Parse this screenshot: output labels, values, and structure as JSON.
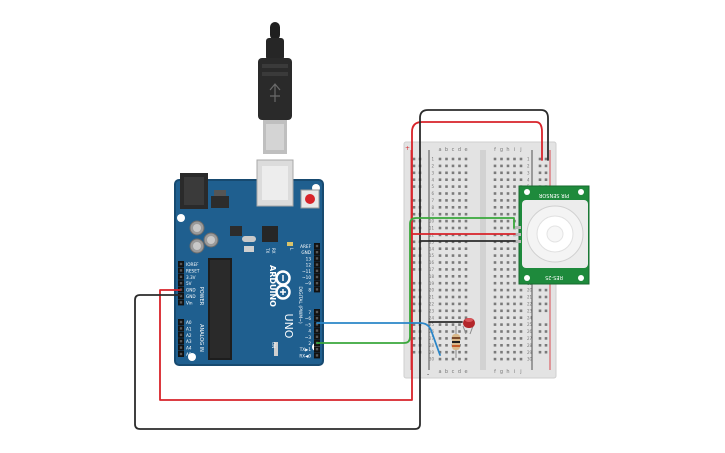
{
  "arduino": {
    "brand": "ARDUINO",
    "model": "UNO",
    "digital_label": "DIGITAL (PWM~)",
    "power_label": "POWER",
    "analog_label": "ANALOG IN",
    "tx_label": "TX",
    "rx_label": "RX",
    "l_label": "L",
    "on_label": "ON",
    "power_pins": [
      "IOREF",
      "RESET",
      "3.3V",
      "5V",
      "GND",
      "GND",
      "Vin"
    ],
    "analog_pins": [
      "A0",
      "A1",
      "A2",
      "A3",
      "A4",
      "A5"
    ],
    "header_top_pins": [
      "AREF",
      "GND",
      "13",
      "12",
      "~11",
      "~10",
      "~9",
      "8"
    ],
    "header_bottom_pins": [
      "7",
      "~6",
      "~5",
      "4",
      "~3",
      "2",
      "TX▶1",
      "RX◀0"
    ]
  },
  "breadboard": {
    "col_labels_left": [
      "a",
      "b",
      "c",
      "d",
      "e"
    ],
    "col_labels_right": [
      "f",
      "g",
      "h",
      "i",
      "j"
    ],
    "row_numbers": [
      "1",
      "2",
      "3",
      "4",
      "5",
      "6",
      "7",
      "8",
      "9",
      "10",
      "11",
      "12",
      "13",
      "14",
      "15",
      "16",
      "17",
      "18",
      "19",
      "20",
      "21",
      "22",
      "23",
      "24",
      "25",
      "26",
      "27",
      "28",
      "29",
      "30"
    ],
    "rail_plus": "+",
    "rail_minus": "-"
  },
  "pir_sensor": {
    "label_top": "PIR SENSOR",
    "label_bottom": "RES-25"
  },
  "colors": {
    "board": "#1f5f8f",
    "board_edge": "#174a70",
    "wire_red": "#d8232a",
    "wire_black": "#2b2b2b",
    "wire_green": "#3aa83c",
    "wire_blue": "#2a86c8",
    "sensor_green": "#1e8a3c",
    "led": "#b3262a"
  },
  "icons": {
    "usb_plug": "usb-plug-icon",
    "led": "led-icon",
    "resistor": "resistor-icon",
    "arduino_logo": "infinity-logo-icon"
  }
}
